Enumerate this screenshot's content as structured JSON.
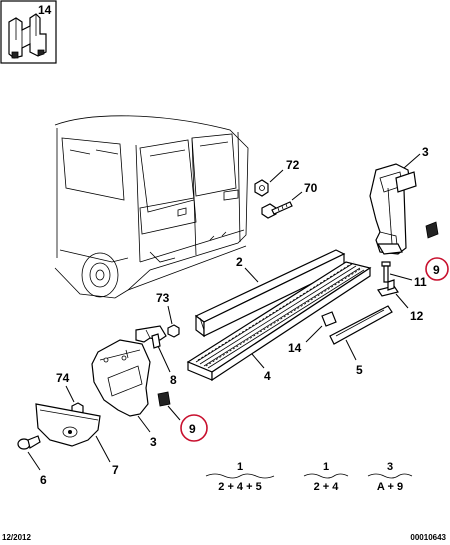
{
  "callouts": {
    "c14_top": "14",
    "c72": "72",
    "c70": "70",
    "c3_top": "3",
    "c9_right": "9",
    "c11": "11",
    "c12": "12",
    "c2": "2",
    "c73": "73",
    "c8": "8",
    "c14_mid": "14",
    "c4": "4",
    "c5": "5",
    "c74": "74",
    "c3_left": "3",
    "c9_left": "9",
    "c6": "6",
    "c7": "7"
  },
  "legend": [
    {
      "top": "1",
      "bottom": "2 + 4 + 5"
    },
    {
      "top": "1",
      "bottom": "2 + 4"
    },
    {
      "top": "3",
      "bottom": "A + 9"
    }
  ],
  "footer": {
    "date": "12/2012",
    "ref": "00010643"
  },
  "highlight_color": "#c8102e"
}
